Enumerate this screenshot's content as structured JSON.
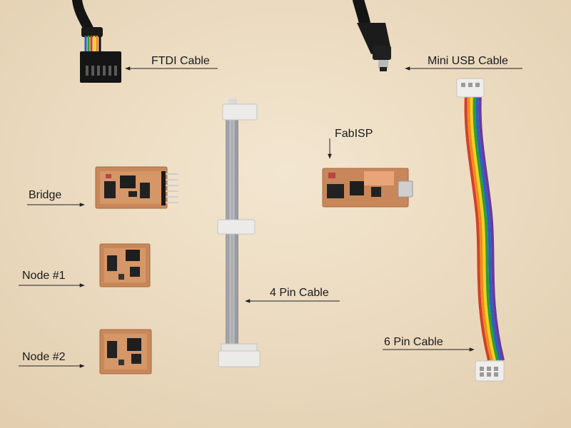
{
  "labels": {
    "ftdi_cable": "FTDI Cable",
    "mini_usb_cable": "Mini USB Cable",
    "fabisp": "FabISP",
    "bridge": "Bridge",
    "node_1": "Node #1",
    "node_2": "Node #2",
    "four_pin_cable": "4 Pin Cable",
    "six_pin_cable": "6 Pin Cable"
  },
  "colors": {
    "table": "#ecdcc3",
    "pcb": "#c8875a",
    "copper": "#e0a070",
    "cable_black": "#1c1c1c",
    "ribbon_grey": "#a9aab0",
    "connector_white": "#e8e8e6",
    "annotation": "#222222"
  },
  "six_pin_wire_colors": [
    "#d2402a",
    "#f08a1c",
    "#f2d020",
    "#2e9c3a",
    "#2c5fc4",
    "#6a3a9c"
  ]
}
